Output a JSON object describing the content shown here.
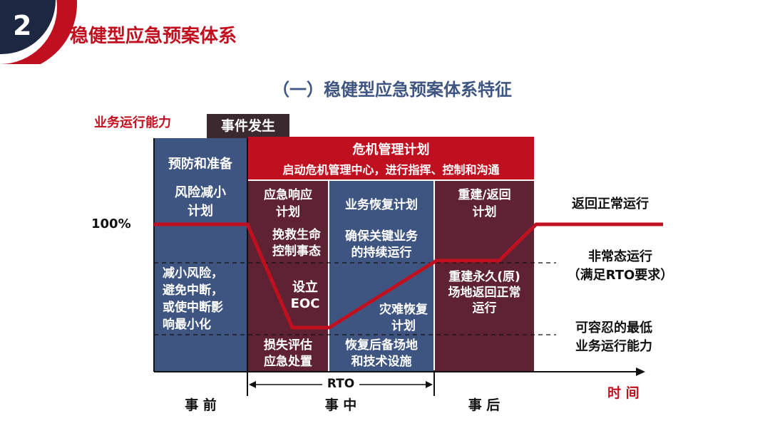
{
  "slide": {
    "number": "2",
    "section_title": "稳健型应急预案体系",
    "subtitle": "（一）稳健型应急预案体系特征"
  },
  "diagram": {
    "y_axis_label": "业务运行能力",
    "x_axis_label": "时 间",
    "level_100": "100%",
    "event_tag": "事件发生",
    "crisis_plan_title": "危机管理计划",
    "crisis_plan_desc": "启动危机管理中心，进行指挥、控制和沟通",
    "prevent": {
      "title": "预防和准备",
      "plan": "风险减小\n计划",
      "desc": "减小风险，\n避免中断，\n或使中断影\n响最小化"
    },
    "emergency": {
      "title": "应急响应\n计划",
      "a": "挽救生命\n控制事态",
      "b": "设立\nEOC",
      "c": "损失评估\n应急处置"
    },
    "recovery": {
      "title": "业务恢复计划",
      "a": "确保关键业务\n的持续运行",
      "b": "灾难恢复\n计划",
      "c": "恢复后备场地\n和技术设施"
    },
    "rebuild": {
      "title": "重建/返回\n计划",
      "a": "重建永久(原)\n场地返回正常\n运行"
    },
    "right_labels": {
      "normal": "返回正常运行",
      "abnormal": "非常态运行\n（满足RTO要求）",
      "minimum": "可容忍的最低\n业务运行能力"
    },
    "rto_label": "RTO",
    "phases": [
      "事 前",
      "事 中",
      "事 后"
    ]
  },
  "colors": {
    "blue": "#3f5581",
    "maroon": "#5e2233",
    "red": "#c0101f",
    "navy": "#1c2742",
    "dark_tag": "#3a2a30"
  }
}
